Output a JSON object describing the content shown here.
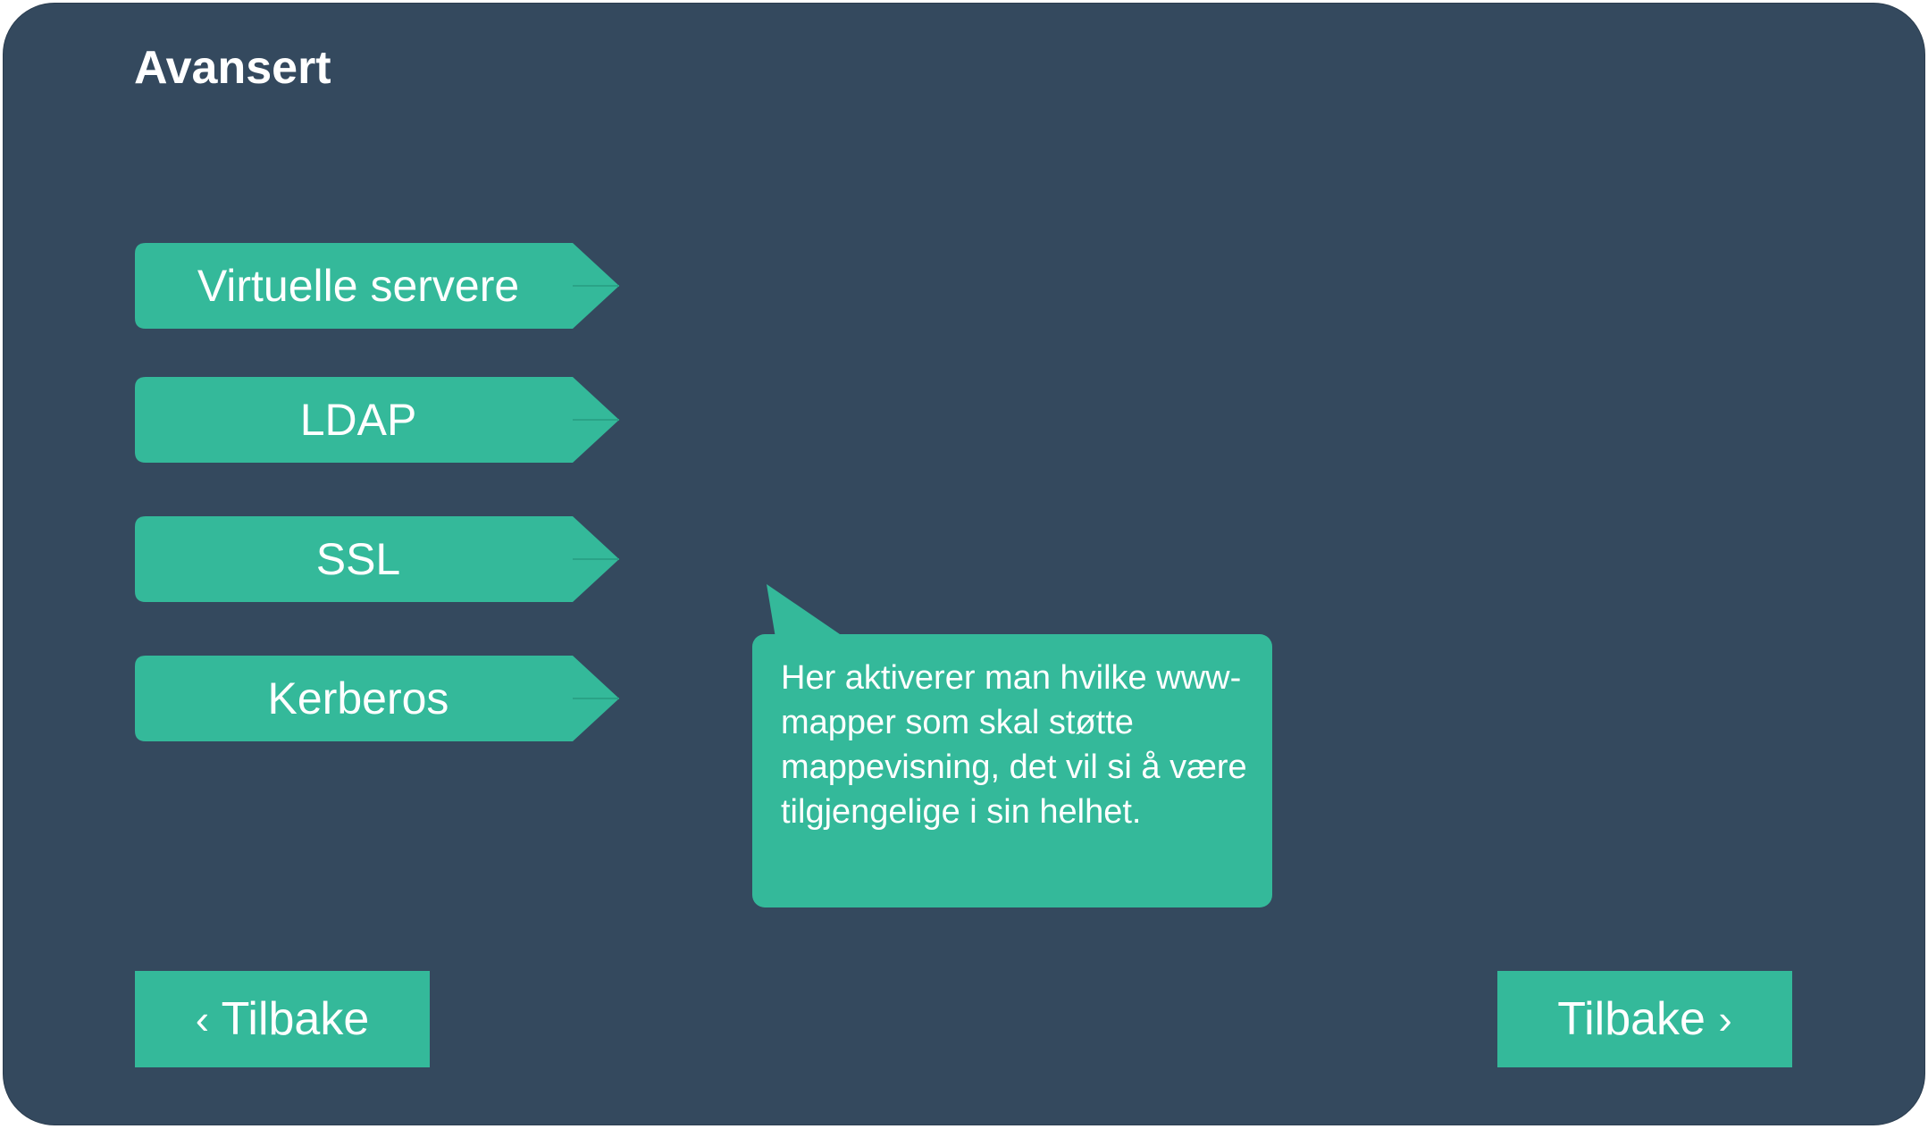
{
  "header": {
    "title": "Avansert"
  },
  "menu": {
    "items": [
      {
        "label": "Virtuelle servere"
      },
      {
        "label": "LDAP"
      },
      {
        "label": "SSL"
      },
      {
        "label": "Kerberos"
      }
    ]
  },
  "tooltip": {
    "text": "Her aktiverer man hvilke www-mapper som skal støtte mappevisning, det vil si å være tilgjengelige i sin helhet."
  },
  "footer": {
    "back_label": "Tilbake",
    "back_icon": "‹",
    "next_label": "Tilbake",
    "next_icon": "›"
  },
  "colors": {
    "background": "#34495e",
    "accent": "#34b99a",
    "text": "#ffffff"
  }
}
